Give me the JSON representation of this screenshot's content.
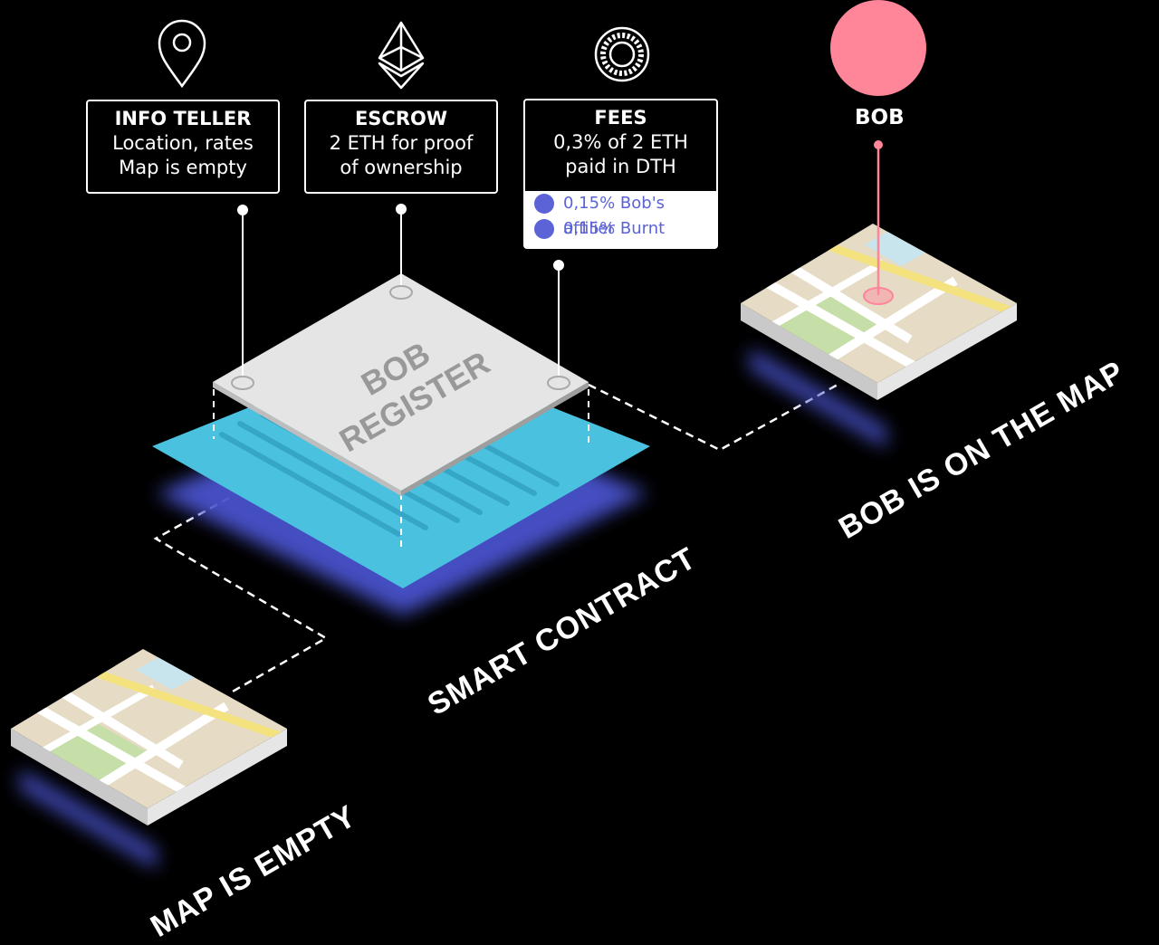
{
  "info_teller": {
    "title": "INFO TELLER",
    "lines": [
      "Location, rates",
      "Map is empty"
    ],
    "icon": "location-pin-icon"
  },
  "escrow": {
    "title": "ESCROW",
    "lines": [
      "2 ETH for proof",
      "of ownership"
    ],
    "icon": "ethereum-icon"
  },
  "fees": {
    "title": "FEES",
    "lines": [
      "0,3% of 2 ETH",
      "paid in DTH"
    ],
    "items": [
      "0,15% Bob's affilier",
      "0,15% Burnt"
    ],
    "icon": "token-coin-icon"
  },
  "bob": {
    "label": "BOB",
    "color": "#ff8599"
  },
  "register": {
    "lines": [
      "BOB",
      "REGISTER"
    ]
  },
  "captions": {
    "smart_contract": "SMART CONTRACT",
    "map_empty": "MAP IS EMPTY",
    "bob_on_map": "BOB IS ON THE MAP"
  },
  "colors": {
    "contract_blue": "#4ac1df",
    "glow_indigo": "#4a52cc",
    "accent_purple": "#5b63d6",
    "map_green": "#c6dea8",
    "map_beige": "#e6dcc6",
    "map_road_yellow": "#f3e27e",
    "map_water": "#c8e4ec"
  }
}
